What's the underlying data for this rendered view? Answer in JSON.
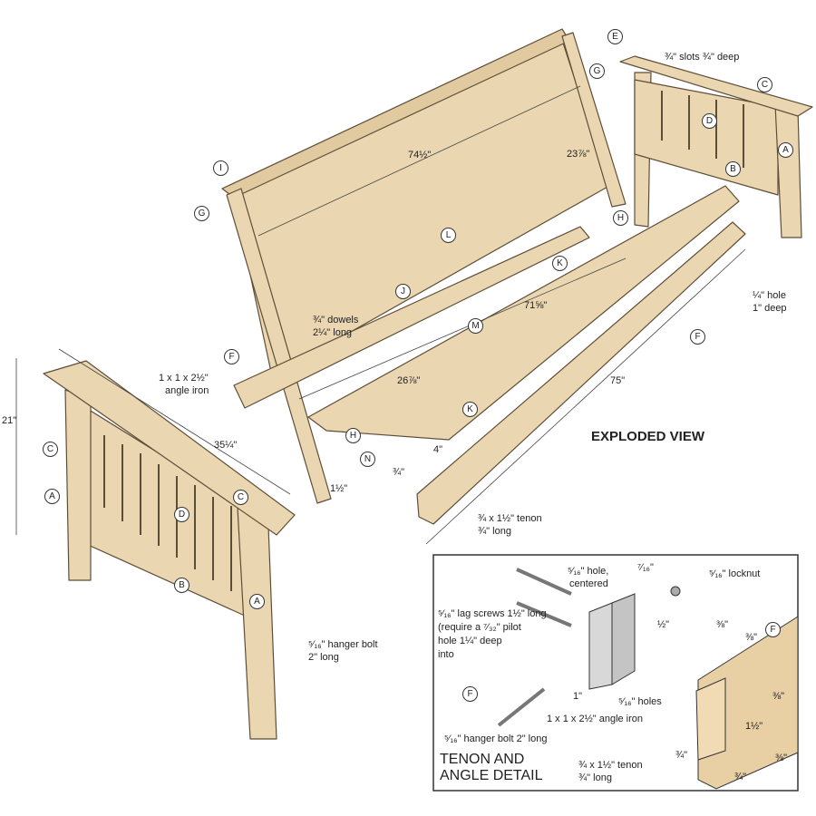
{
  "title": "EXPLODED VIEW",
  "detail_title": [
    "TENON AND",
    "ANGLE DETAIL"
  ],
  "parts": {
    "A": "A",
    "B": "B",
    "C": "C",
    "D": "D",
    "E": "E",
    "F": "F",
    "G": "G",
    "H": "H",
    "I": "I",
    "J": "J",
    "K": "K",
    "L": "L",
    "M": "M",
    "N": "N"
  },
  "dims": {
    "slots": "¾\" slots ¾\" deep",
    "back_width": "74½\"",
    "back_height": "23⅞\"",
    "seat_width": "71⅝\"",
    "dowels": [
      "¾\" dowels",
      "2¼\" long"
    ],
    "hole": [
      "¼\" hole",
      "1\" deep"
    ],
    "angle_iron": [
      "1 x 1 x 2½\"",
      "angle iron"
    ],
    "seat_depth": "26⅞\"",
    "rail_length": "75\"",
    "four": "4\"",
    "three_quarter": "¾\"",
    "arm_depth": "35¼\"",
    "height": "21\"",
    "one_half": "1½\"",
    "tenon": [
      "¾ x 1½\" tenon",
      "¾\" long"
    ],
    "hanger_bolt": [
      "⁵⁄₁₆\" hanger bolt",
      "2\" long"
    ]
  },
  "detail": {
    "hole_centered": [
      "⁵⁄₁₆\" hole,",
      "centered"
    ],
    "seven_sixteenths": "⁷⁄₁₆\"",
    "locknut": "⁵⁄₁₆\" locknut",
    "half": "½\"",
    "three_eighths_a": "⅜\"",
    "three_eighths_b": "⅜\"",
    "lag_screws": [
      "⁵⁄₁₆\" lag screws 1½\" long",
      "(require a ⁷⁄₃₂\" pilot",
      "hole 1¼\" deep",
      "into"
    ],
    "one_inch": "1\"",
    "holes": "⁵⁄₁₆\" holes",
    "angle_iron": "1 x 1 x 2½\" angle iron",
    "hanger_bolt": "⁵⁄₁₆\" hanger bolt 2\" long",
    "tenon": [
      "¾ x 1½\" tenon",
      "¾\" long"
    ],
    "three_quarter_a": "¾\"",
    "three_eighths_c": "⅜\"",
    "one_half": "1½\"",
    "three_eighths_d": "⅜\"",
    "three_quarter_b": "¾\""
  }
}
